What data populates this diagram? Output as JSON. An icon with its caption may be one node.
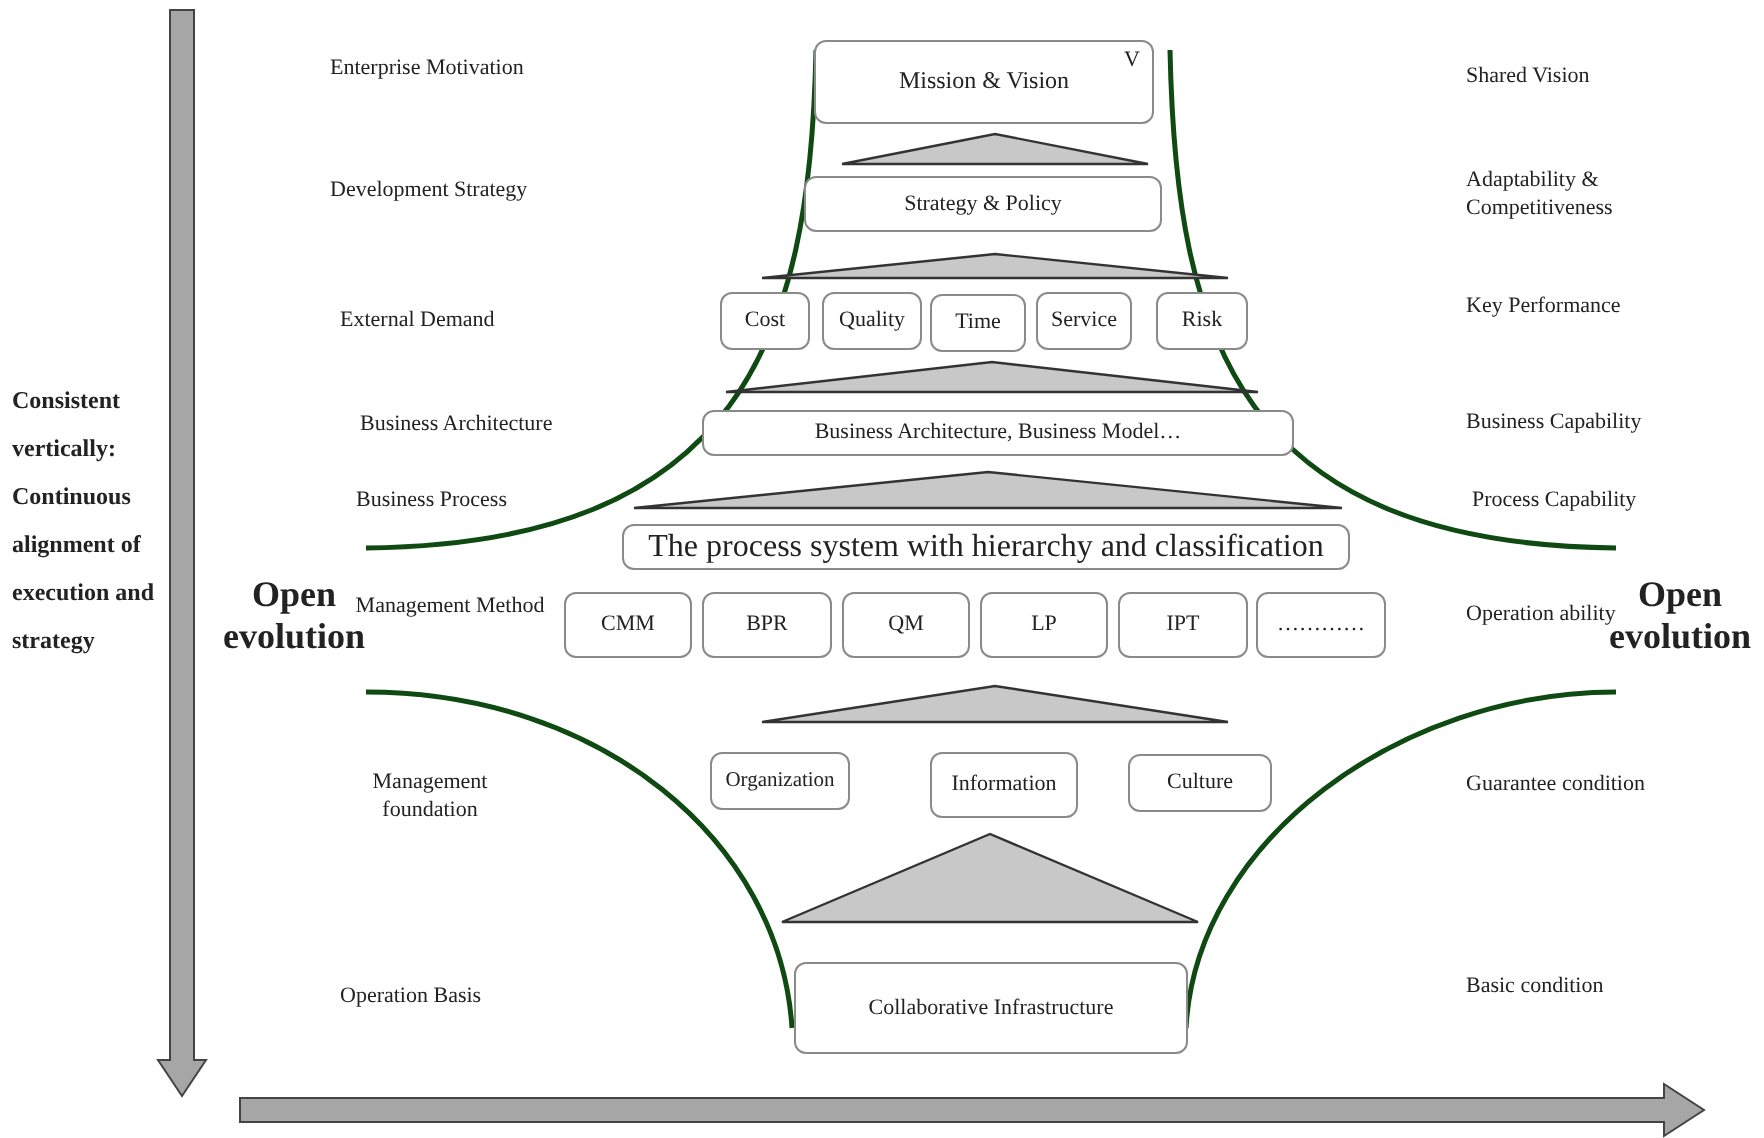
{
  "diagram": {
    "nodes": [
      {
        "text": [
          "Mission & Vision",
          "V"
        ]
      },
      {
        "text": [],
        "shape": "triangle"
      },
      {
        "text": [
          "Strategy & Policy"
        ]
      },
      {
        "text": [],
        "shape": "triangle"
      },
      {
        "text": [
          "Cost"
        ]
      },
      {
        "text": [
          "Quality"
        ]
      },
      {
        "text": [
          "Time"
        ]
      },
      {
        "text": [
          "Service"
        ]
      },
      {
        "text": [
          "Risk"
        ]
      },
      {
        "text": [],
        "shape": "triangle"
      },
      {
        "text": [
          "Business Architecture, Business Model…"
        ]
      },
      {
        "text": [],
        "shape": "triangle"
      },
      {
        "text": [
          "The process system with hierarchy and classification"
        ]
      },
      {
        "text": [
          "CMM"
        ]
      },
      {
        "text": [
          "BPR"
        ]
      },
      {
        "text": [
          "QM"
        ]
      },
      {
        "text": [
          "LP"
        ]
      },
      {
        "text": [
          "IPT"
        ]
      },
      {
        "text": [
          "…………"
        ]
      },
      {
        "text": [],
        "shape": "triangle"
      },
      {
        "text": [
          "Organization"
        ]
      },
      {
        "text": [
          "Information"
        ]
      },
      {
        "text": [
          "Culture"
        ]
      },
      {
        "text": [],
        "shape": "triangle"
      },
      {
        "text": [
          "Collaborative Infrastructure"
        ]
      }
    ],
    "labels": [
      "Enterprise Motivation",
      "Shared Vision",
      "Development Strategy",
      "Adaptability & Competitiveness",
      "External Demand",
      "Key Performance",
      "Consistent vertically: Continuous alignment of execution and strategy",
      "Business Architecture",
      "Business Capability",
      "Business Process",
      "Process Capability",
      "Open evolution",
      "Management Method",
      "Operation ability",
      "Open evolution",
      "Management foundation",
      "Guarantee condition",
      "Operation Basis",
      "Basic condition"
    ]
  }
}
